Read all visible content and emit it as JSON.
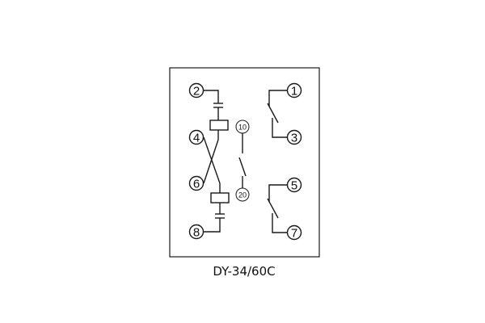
{
  "diagram": {
    "model_label": "DY-34/60C",
    "terminals": {
      "t1": "1",
      "t2": "2",
      "t3": "3",
      "t4": "4",
      "t5": "5",
      "t6": "6",
      "t7": "7",
      "t8": "8",
      "t10": "10",
      "t20": "20"
    }
  }
}
